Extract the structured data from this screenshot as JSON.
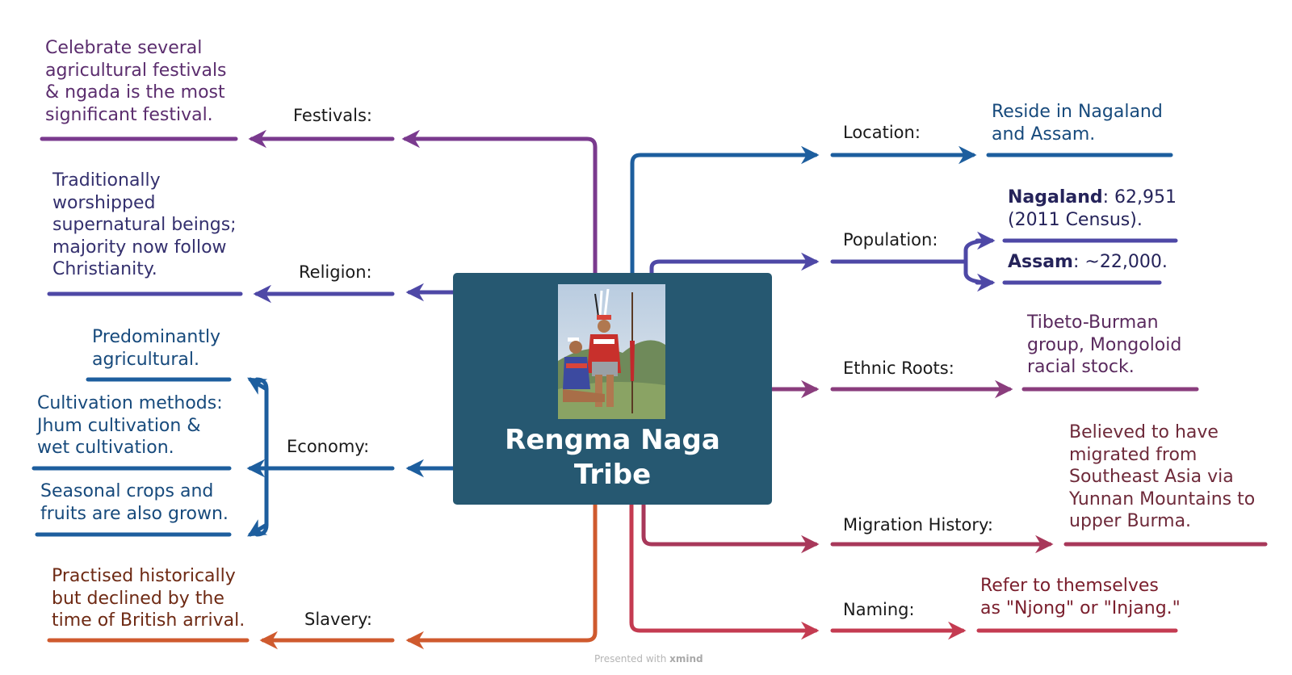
{
  "central": {
    "title": "Rengma Naga\nTribe",
    "image_alt": "Rengma Naga men in traditional attire"
  },
  "colors": {
    "purple": "#7a3a8e",
    "violet": "#4e48a6",
    "blue": "#1d5e9e",
    "orange": "#cf5a2e",
    "magenta": "#8a3d7d",
    "rose": "#a8385a",
    "red": "#c43b51",
    "central_bg": "#265871"
  },
  "branches": {
    "festivals": {
      "label": "Festivals:",
      "text": "Celebrate several\nagricultural festivals\n& ngada is the most\nsignificant festival."
    },
    "religion": {
      "label": "Religion:",
      "text": "Traditionally\nworshipped\nsupernatural beings;\nmajority now follow\nChristianity."
    },
    "economy": {
      "label": "Economy:",
      "items": [
        "Predominantly\nagricultural.",
        "Cultivation methods:\nJhum cultivation &\nwet cultivation.",
        "Seasonal crops and\nfruits are also grown."
      ]
    },
    "slavery": {
      "label": "Slavery:",
      "text": "Practised historically\nbut declined by the\ntime of British arrival."
    },
    "location": {
      "label": "Location:",
      "text": "Reside in Nagaland\nand Assam."
    },
    "population": {
      "label": "Population:",
      "nagaland_label": "Nagaland",
      "nagaland_value": ": 62,951\n(2011 Census).",
      "assam_label": "Assam",
      "assam_value": ": ~22,000."
    },
    "ethnic_roots": {
      "label": "Ethnic Roots:",
      "text": "Tibeto-Burman\ngroup, Mongoloid\nracial stock."
    },
    "migration": {
      "label": "Migration History:",
      "text": "Believed to have\nmigrated from\nSoutheast Asia via\nYunnan Mountains to\nupper Burma."
    },
    "naming": {
      "label": "Naming:",
      "text": "Refer to themselves\nas \"Njong\" or \"Injang.\""
    }
  },
  "footer": {
    "prefix": "Presented with ",
    "brand": "xmind"
  }
}
